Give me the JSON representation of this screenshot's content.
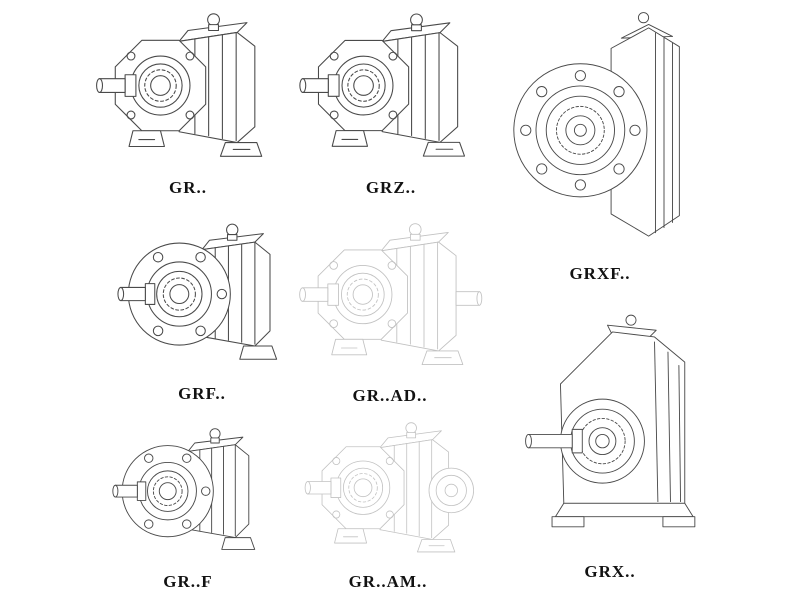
{
  "colors": {
    "line": "#4a4a4a",
    "ghost_line": "#c2c2c2",
    "label": "#121212",
    "background": "#ffffff"
  },
  "figures": [
    {
      "id": "gr",
      "label": "GR.."
    },
    {
      "id": "grz",
      "label": "GRZ.."
    },
    {
      "id": "grxf",
      "label": "GRXF.."
    },
    {
      "id": "grf",
      "label": "GRF.."
    },
    {
      "id": "grad",
      "label": "GR..AD.."
    },
    {
      "id": "grff",
      "label": "GR..F"
    },
    {
      "id": "gram",
      "label": "GR..AM.."
    },
    {
      "id": "grx",
      "label": "GRX.."
    }
  ]
}
